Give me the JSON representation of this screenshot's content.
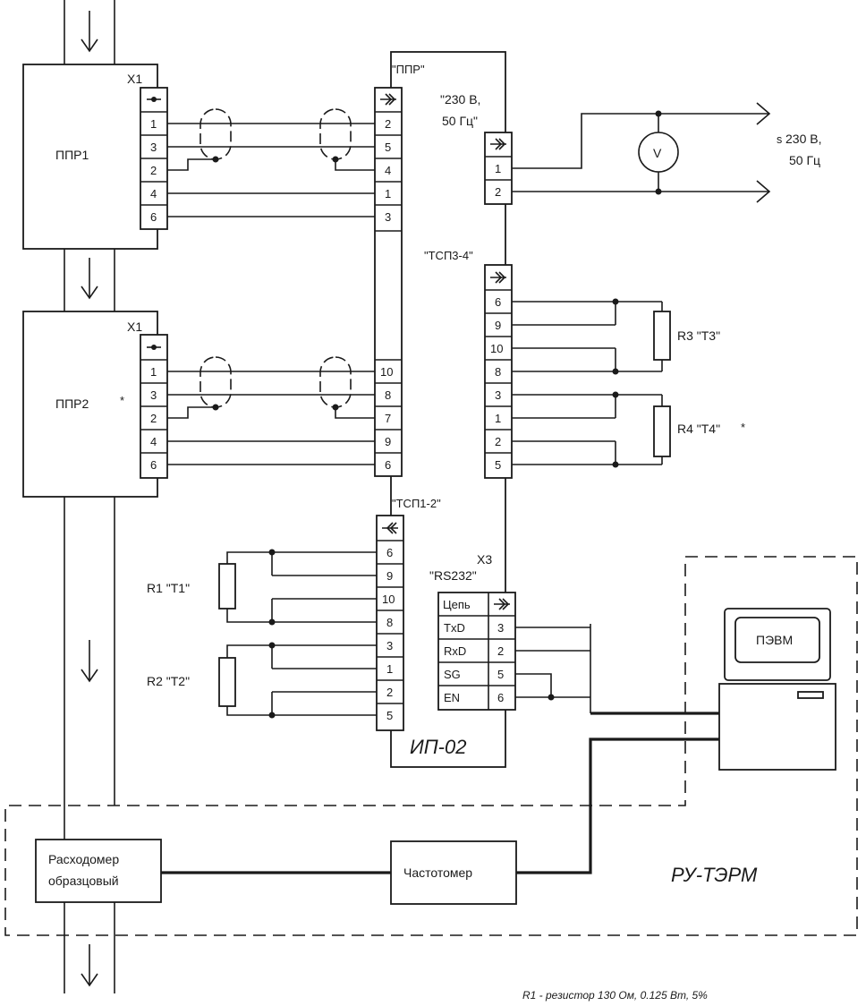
{
  "blocks": {
    "ppr1": "ППР1",
    "ppr2": "ППР2",
    "ppr2_mark": "*",
    "x1": "X1",
    "ip02": "ИП-02",
    "pevm": "ПЭВМ",
    "rashodomer_line1": "Расходомер",
    "rashodomer_line2": "образцовый",
    "chastotomer": "Частотомер",
    "ru_term": "РУ-ТЭРМ"
  },
  "ppr1_pins": [
    "1",
    "3",
    "2",
    "4",
    "6"
  ],
  "ppr2_pins": [
    "1",
    "3",
    "2",
    "4",
    "6"
  ],
  "connectors": {
    "ppr": {
      "name": "\"ППР\"",
      "pins": [
        "2",
        "5",
        "4",
        "1",
        "3",
        "10",
        "8",
        "7",
        "9",
        "6"
      ]
    },
    "power": {
      "name_line1": "\"230 В,",
      "name_line2": "50 Гц\"",
      "pins": [
        "1",
        "2"
      ]
    },
    "tsp34": {
      "name": "\"ТСП3-4\"",
      "pins": [
        "6",
        "9",
        "10",
        "8",
        "3",
        "1",
        "2",
        "5"
      ]
    },
    "tsp12": {
      "name": "\"ТСП1-2\"",
      "pins": [
        "6",
        "9",
        "10",
        "8",
        "3",
        "1",
        "2",
        "5"
      ]
    },
    "rs232": {
      "x3": "X3",
      "name": "\"RS232\"",
      "header": "Цепь",
      "rows": [
        {
          "signal": "TxD",
          "pin": "3"
        },
        {
          "signal": "RxD",
          "pin": "2"
        },
        {
          "signal": "SG",
          "pin": "5"
        },
        {
          "signal": "EN",
          "pin": "6"
        }
      ]
    }
  },
  "supply": {
    "prefix": "s",
    "line1": "230 В,",
    "line2": "50 Гц"
  },
  "voltmeter": "V",
  "resistors": {
    "r1": "R1 \"Т1\"",
    "r2": "R2 \"Т2\"",
    "r3": "R3 \"Т3\"",
    "r4": "R4 \"Т4\"",
    "r4_mark": "*"
  },
  "footnote": "R1  -  резистор 130 Ом, 0.125 Вт, 5%"
}
